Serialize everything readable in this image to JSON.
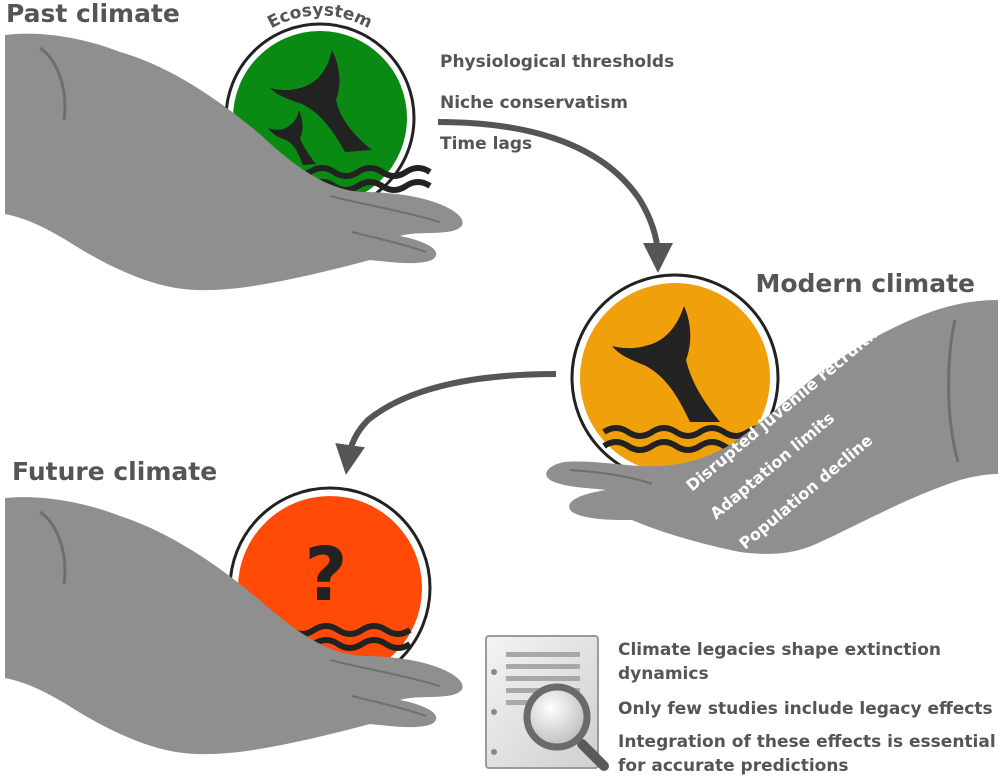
{
  "colors": {
    "hand": "#8f8f8f",
    "hand_shade": "#6f6f6f",
    "text": "#555555",
    "ecosystem_past": "#0a8a12",
    "ecosystem_modern": "#f0a00a",
    "ecosystem_future": "#ff4a08",
    "icon": "#222222",
    "arrow": "#555555"
  },
  "past": {
    "title": "Past climate",
    "ecosystem_label": "Ecosystem",
    "factors": [
      "Physiological thresholds",
      "Niche conservatism",
      "Time lags"
    ],
    "icon": "whale-tail-pair-icon"
  },
  "modern": {
    "title": "Modern climate",
    "impacts": [
      "Disrupted juvenile recruitment",
      "Adaptation limits",
      "Population decline"
    ],
    "icon": "whale-tail-icon"
  },
  "future": {
    "title": "Future climate",
    "symbol": "?",
    "icon": "question-mark-icon"
  },
  "conclusions": {
    "icon": "document-magnifier-icon",
    "items": [
      [
        "Climate legacies shape extinction",
        "dynamics"
      ],
      [
        "Only few studies include legacy effects"
      ],
      [
        "Integration of these effects is essential",
        "for accurate predictions"
      ]
    ]
  }
}
